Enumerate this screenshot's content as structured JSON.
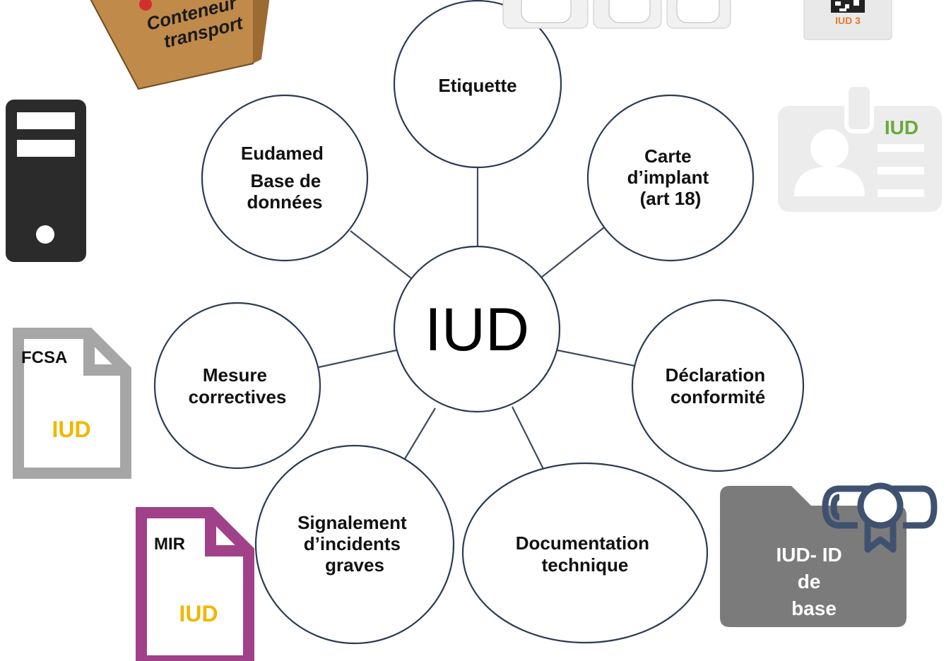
{
  "diagram": {
    "center": {
      "label": "IUD"
    },
    "nodes": [
      {
        "id": "etiquette",
        "lines": [
          "Etiquette"
        ]
      },
      {
        "id": "carte-implant",
        "lines": [
          "Carte",
          "d’implant",
          "(art 18)"
        ]
      },
      {
        "id": "declaration-conformite",
        "lines": [
          "Déclaration",
          "conformité"
        ]
      },
      {
        "id": "documentation-technique",
        "lines": [
          "Documentation",
          "technique"
        ]
      },
      {
        "id": "signalement-incidents",
        "lines": [
          "Signalement",
          "d’incidents",
          "graves"
        ]
      },
      {
        "id": "mesure-correctives",
        "lines": [
          "Mesure",
          "correctives"
        ]
      },
      {
        "id": "eudamed",
        "lines": [
          "Eudamed",
          "Base de",
          "données"
        ]
      }
    ]
  },
  "decorations": {
    "transport_box": {
      "line1": "Conteneur",
      "line2": "transport"
    },
    "label_pack": {
      "text": "IUD 3"
    },
    "id_card": {
      "text": "IUD"
    },
    "server": {
      "icon": "server-icon"
    },
    "fcsa_doc": {
      "title": "FCSA",
      "text": "IUD"
    },
    "mir_doc": {
      "title": "MIR",
      "text": "IUD"
    },
    "folder": {
      "line1": "IUD- ID",
      "line2": "de",
      "line3": "base"
    }
  },
  "colors": {
    "outline": "#2c3b54",
    "connector": "#3f4a5e",
    "iud_yellow": "#f2b600",
    "iud_green": "#6aaa3a",
    "iud_orange": "#e8792b",
    "mir_purple": "#a0418a",
    "fcsa_gray": "#a6a6a6",
    "folder_gray": "#7b7b7b",
    "cert_blue": "#3e5270",
    "box_brown": "#c08a4a",
    "server_dark": "#2b2b2b"
  }
}
